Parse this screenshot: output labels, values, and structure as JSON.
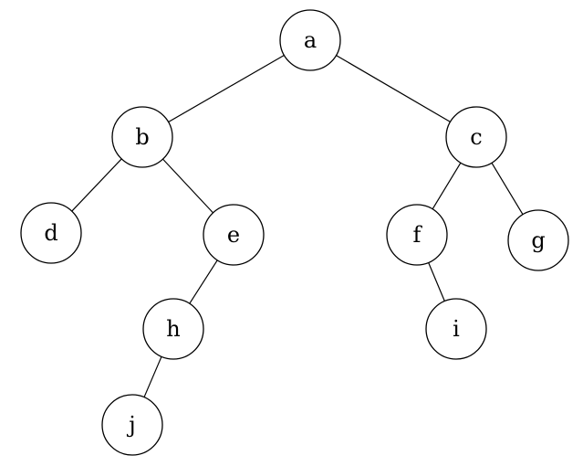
{
  "tree": {
    "nodes": [
      {
        "id": "a",
        "label": "a"
      },
      {
        "id": "b",
        "label": "b"
      },
      {
        "id": "c",
        "label": "c"
      },
      {
        "id": "d",
        "label": "d"
      },
      {
        "id": "e",
        "label": "e"
      },
      {
        "id": "f",
        "label": "f"
      },
      {
        "id": "g",
        "label": "g"
      },
      {
        "id": "h",
        "label": "h"
      },
      {
        "id": "i",
        "label": "i"
      },
      {
        "id": "j",
        "label": "j"
      }
    ],
    "edges": [
      {
        "from": "a",
        "to": "b"
      },
      {
        "from": "a",
        "to": "c"
      },
      {
        "from": "b",
        "to": "d"
      },
      {
        "from": "b",
        "to": "e"
      },
      {
        "from": "e",
        "to": "h"
      },
      {
        "from": "h",
        "to": "j"
      },
      {
        "from": "c",
        "to": "f"
      },
      {
        "from": "c",
        "to": "g"
      },
      {
        "from": "f",
        "to": "i"
      }
    ]
  }
}
